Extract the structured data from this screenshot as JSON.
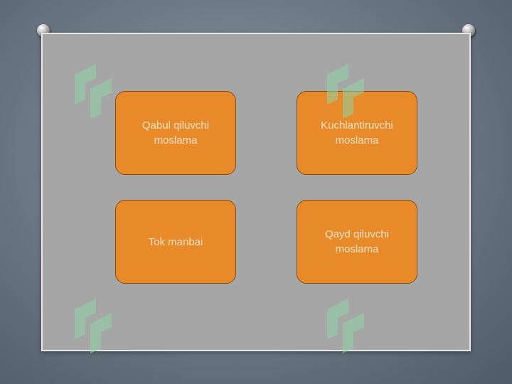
{
  "nodes": [
    {
      "label": "Qabul qiluvchi\nmoslama"
    },
    {
      "label": "Kuchlantiruvchi\nmoslama"
    },
    {
      "label": "Tok manbai"
    },
    {
      "label": "Qayd qiluvchi\nmoslama"
    }
  ],
  "colors": {
    "node_fill": "#e8892a",
    "node_border": "#8a4d12",
    "node_text": "#fbe3c6",
    "board": "#a6a6a6",
    "watermark": "#8fd6a8"
  },
  "watermark_logo": "SOFF"
}
